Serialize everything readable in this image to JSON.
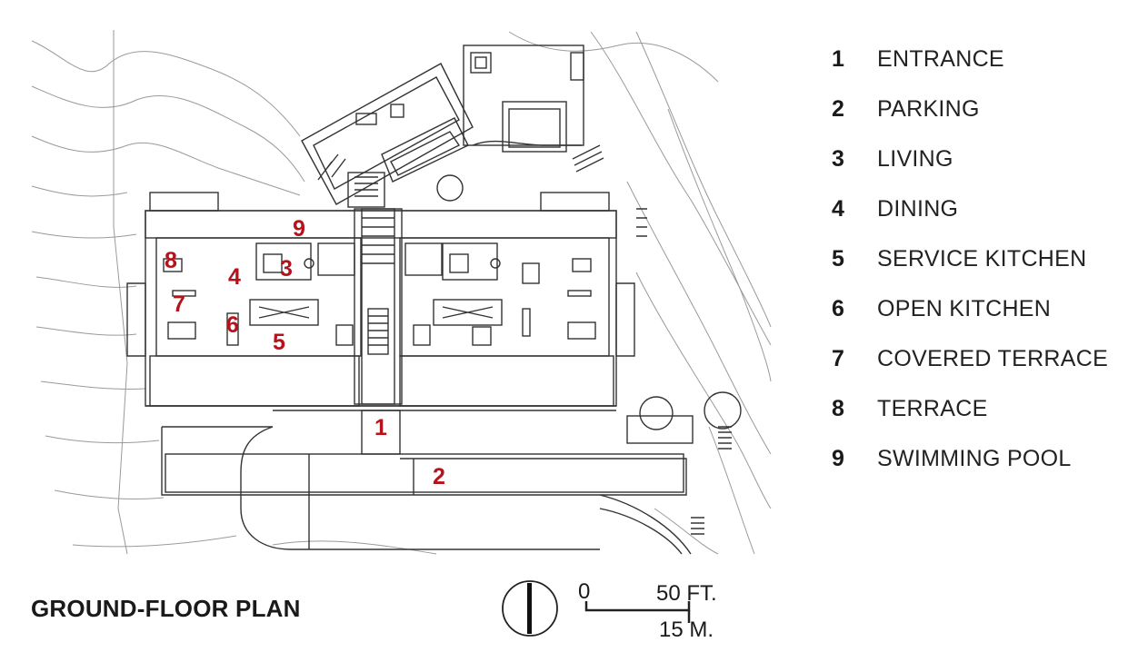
{
  "diagram": {
    "title": "GROUND-FLOOR PLAN",
    "markers": [
      {
        "num": "1"
      },
      {
        "num": "2"
      },
      {
        "num": "3"
      },
      {
        "num": "4"
      },
      {
        "num": "5"
      },
      {
        "num": "6"
      },
      {
        "num": "7"
      },
      {
        "num": "8"
      },
      {
        "num": "9"
      }
    ],
    "legend": [
      {
        "num": "1",
        "label": "ENTRANCE"
      },
      {
        "num": "2",
        "label": "PARKING"
      },
      {
        "num": "3",
        "label": "LIVING"
      },
      {
        "num": "4",
        "label": "DINING"
      },
      {
        "num": "5",
        "label": "SERVICE KITCHEN"
      },
      {
        "num": "6",
        "label": "OPEN KITCHEN"
      },
      {
        "num": "7",
        "label": "COVERED TERRACE"
      },
      {
        "num": "8",
        "label": "TERRACE"
      },
      {
        "num": "9",
        "label": "SWIMMING POOL"
      }
    ],
    "scale": {
      "zero": "0",
      "ft": "50 FT.",
      "m": "15 M."
    },
    "colors": {
      "marker": "#b5121b",
      "line": "#333333",
      "contour": "#9a9a9a"
    }
  }
}
